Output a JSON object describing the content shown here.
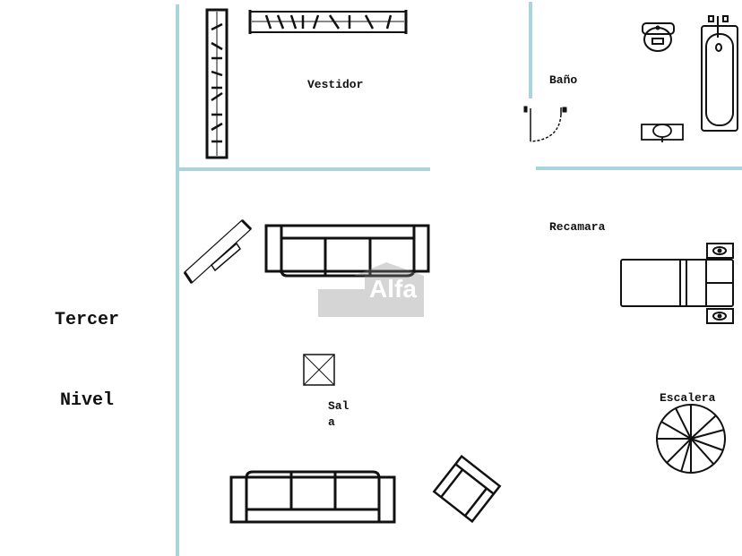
{
  "floor_title": {
    "line1": "Tercer",
    "line2": "Nivel"
  },
  "rooms": {
    "vestidor": "Vestidor",
    "bano": "Baño",
    "recamara": "Recamara",
    "sala_line1": "Sal",
    "sala_line2": "a",
    "escalera": "Escalera"
  },
  "watermark": {
    "text": "Alfa"
  },
  "colors": {
    "wall": "#a9d4dc",
    "furniture": "#111111",
    "watermark": "#888888"
  }
}
